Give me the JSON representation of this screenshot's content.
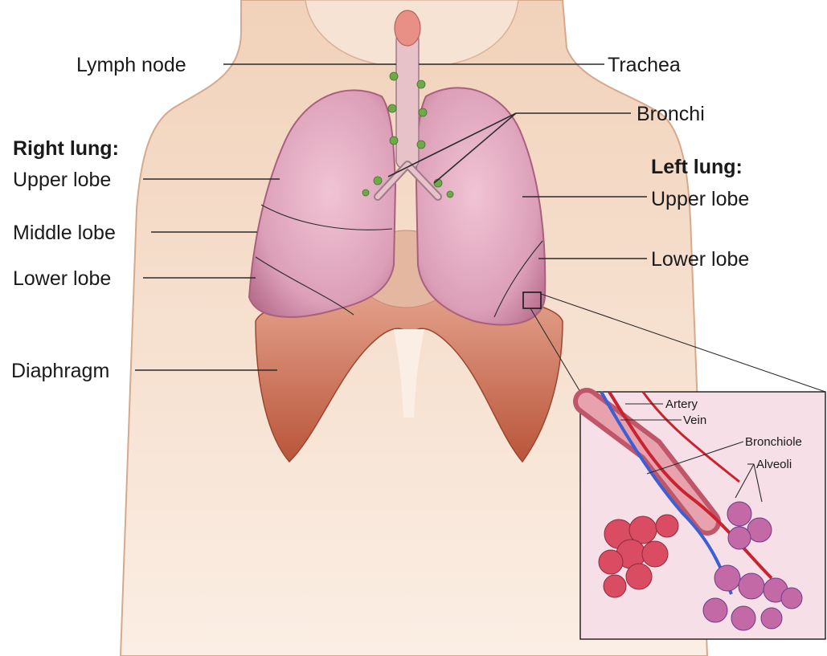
{
  "labels": {
    "lymph_node": "Lymph node",
    "trachea": "Trachea",
    "bronchi": "Bronchi",
    "right_lung_heading": "Right lung:",
    "right_upper_lobe": "Upper lobe",
    "right_middle_lobe": "Middle lobe",
    "right_lower_lobe": "Lower lobe",
    "left_lung_heading": "Left lung:",
    "left_upper_lobe": "Upper lobe",
    "left_lower_lobe": "Lower lobe",
    "diaphragm": "Diaphragm"
  },
  "inset": {
    "artery": "Artery",
    "vein": "Vein",
    "bronchiole": "Bronchiole",
    "alveoli": "Alveoli"
  },
  "colors": {
    "skin": "#f3d6bf",
    "lung": "#d99bb3",
    "lung_dark": "#b86d8e",
    "diaphragm": "#c8674d",
    "artery": "#c8232e",
    "vein": "#3b5fd4",
    "inset_bg": "#f6dfe6"
  }
}
